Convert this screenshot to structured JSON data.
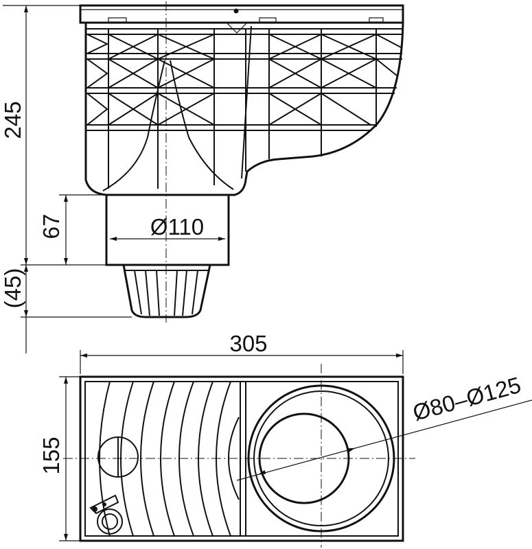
{
  "dimensions": {
    "height_total": "245",
    "outlet_height": "67",
    "grate_height": "(45)",
    "outlet_diameter": "Ø110",
    "length": "305",
    "width": "155",
    "inlet_range": "Ø80–Ø125"
  }
}
